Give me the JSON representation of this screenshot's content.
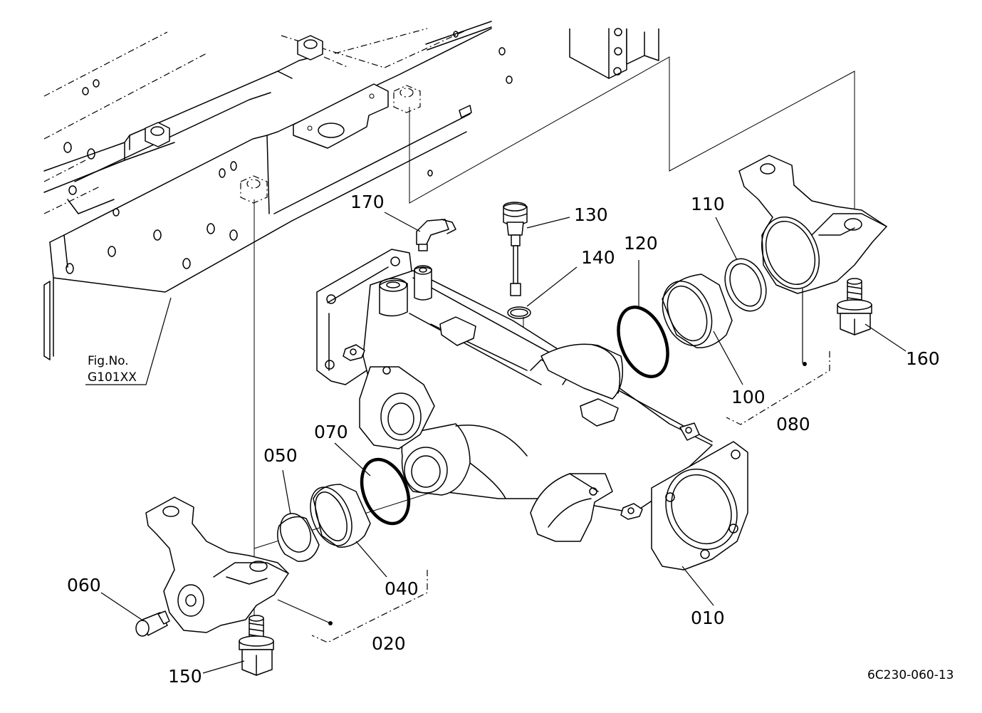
{
  "figure_ref": {
    "line1": "Fig.No.",
    "line2": "G101XX"
  },
  "drawing_code": "6C230-060-13",
  "callouts": {
    "p170": "170",
    "p130": "130",
    "p140": "140",
    "p120": "120",
    "p110": "110",
    "p160": "160",
    "p100": "100",
    "p080": "080",
    "p070": "070",
    "p050": "050",
    "p060": "060",
    "p040": "040",
    "p020": "020",
    "p010": "010",
    "p150": "150"
  }
}
